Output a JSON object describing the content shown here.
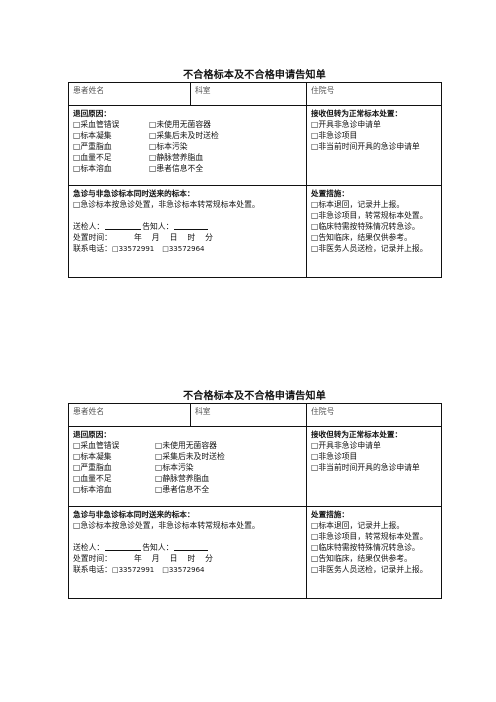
{
  "form": {
    "title": "不合格标本及不合格申请告知单",
    "header": {
      "patient_name": "患者姓名",
      "department": "科室",
      "bed_no": "住院号"
    },
    "reject": {
      "title": "退回原因：",
      "options": [
        "□采血管错误",
        "□未使用无菌容器",
        "□标本凝集",
        "□采集后未及时送检",
        "□严重脂血",
        "□标本污染",
        "□血量不足",
        "□静脉营养脂血",
        "□标本溶血",
        "□患者信息不全"
      ]
    },
    "normal": {
      "title": "接收但转为正常标本处置：",
      "options": [
        "□开具非急诊申请单",
        "□非急诊项目",
        "□非当前时间开具的急诊申请单"
      ]
    },
    "mixed": {
      "title": "急诊与非急诊标本同时送来的标本：",
      "text": "□急诊标本按急诊处置，非急诊标本转常规标本处置。",
      "sender": "送检人：",
      "notifier": "告知人：",
      "time_label": "处置时间：",
      "year": "年",
      "month": "月",
      "day": "日",
      "hour": "时",
      "minute": "分",
      "phone_label": "联系电话：",
      "phone1": "□33572991",
      "phone2": "□33572964"
    },
    "measures": {
      "title": "处置措施：",
      "items_a": [
        "□标本退回，记录并上报。",
        "□非急诊项目，转常规标本处置。",
        "□临床特需按特殊情况转急诊。",
        "□告知临床，结果仅供参考。",
        "□非医务人员送检，记录并上报。"
      ],
      "items_b": [
        "□标本退回，记录并上报。",
        "□非急诊项目，转常规标本处置。",
        "□临床特需按特殊情况转急诊。",
        "□告知临床，结果仅供参考。",
        "□非医务人员送检，记录并上报。"
      ]
    }
  }
}
